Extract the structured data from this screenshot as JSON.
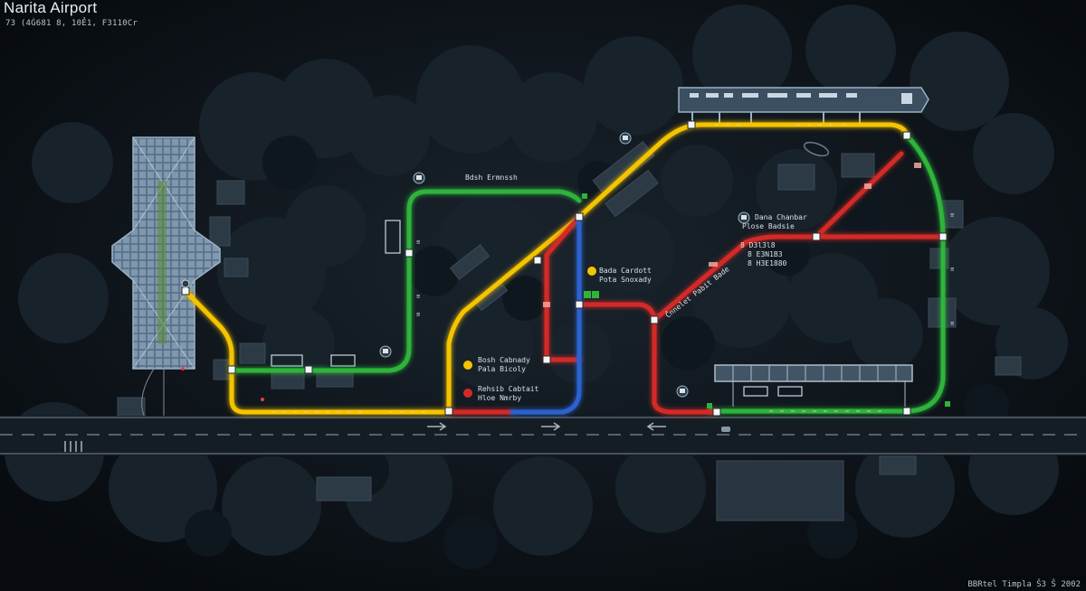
{
  "header": {
    "title": "Narita Airport",
    "subtitle": "73 (4Ġ681 8, 10Ẻ1, F3110Cr"
  },
  "footer": {
    "credit": "BBRtel Timpla Ŝ3 Ŝ 2002"
  },
  "labels": {
    "top_center": "Bdsh Ermnssh",
    "mid_a1": "Bada Cardott",
    "mid_a2": "Pota Snoxady",
    "mid_b1": "Bosh Cabnady",
    "mid_b2": "Pala Bicoly",
    "mid_c1": "Rehsib Cabtait",
    "mid_c2": "Hloe Nmrby",
    "right_a1": "Dana Chanbar",
    "right_a2": "Plose Badsie",
    "right_b1": "Ĉnnelet Pabit Bade",
    "right_c1": "8 D3l3l8",
    "right_c2": "8 E3N1B3",
    "right_c3": "8 H3E1880"
  },
  "lines": {
    "yellow": {
      "color": "#f5c400"
    },
    "green": {
      "color": "#2fb43a"
    },
    "red": {
      "color": "#d42a26"
    },
    "blue": {
      "color": "#2a62d0"
    }
  },
  "icons": [
    "bus-icon",
    "bus-icon",
    "bus-icon",
    "bus-icon",
    "station-marker-icon"
  ]
}
